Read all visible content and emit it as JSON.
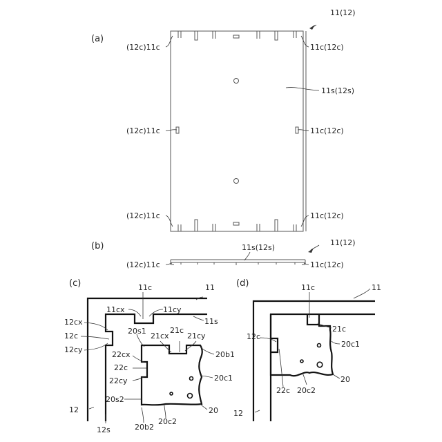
{
  "panels": {
    "a": "(a)",
    "b": "(b)",
    "c": "(c)",
    "d": "(d)"
  },
  "panel_a": {
    "ref": "11(12)",
    "tl": "(12c)11c",
    "tr": "11c(12c)",
    "surface": "11s(12s)",
    "ml": "(12c)11c",
    "mr": "11c(12c)",
    "bl": "(12c)11c",
    "br": "11c(12c)"
  },
  "panel_b": {
    "ref": "11(12)",
    "surface": "11s(12s)",
    "left": "(12c)11c",
    "right": "11c(12c)"
  },
  "panel_c": {
    "l11c": "11c",
    "l11": "11",
    "l11cx": "11cx",
    "l11cy": "11cy",
    "l11s": "11s",
    "l12cx": "12cx",
    "l12c": "12c",
    "l12cy": "12cy",
    "l20s1": "20s1",
    "l21cx": "21cx",
    "l21c": "21c",
    "l21cy": "21cy",
    "l22cx": "22cx",
    "l22c": "22c",
    "l22cy": "22cy",
    "l20b1": "20b1",
    "l20c1": "20c1",
    "l20s2": "20s2",
    "l20": "20",
    "l12": "12",
    "l12s": "12s",
    "l20b2": "20b2",
    "l20c2": "20c2"
  },
  "panel_d": {
    "l11c": "11c",
    "l11": "11",
    "l21c": "21c",
    "l12c": "12c",
    "l20c1": "20c1",
    "l22c": "22c",
    "l20c2": "20c2",
    "l20": "20",
    "l12": "12"
  }
}
